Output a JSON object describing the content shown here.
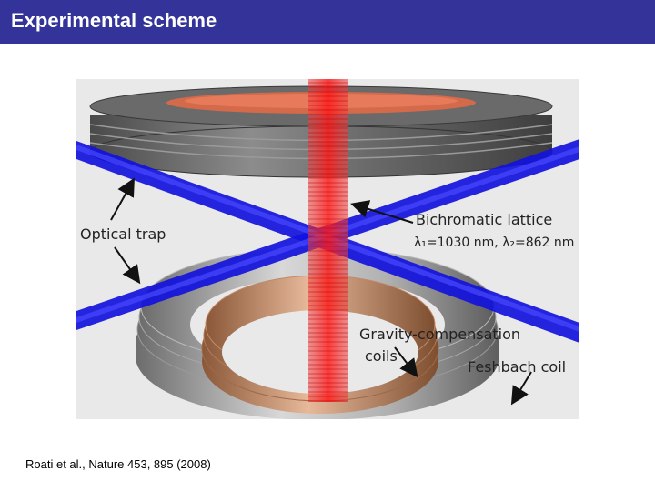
{
  "slide": {
    "title": "Experimental scheme",
    "citation": "Roati et al., Nature 453, 895 (2008)"
  },
  "figure": {
    "labels": {
      "optical_trap": "Optical trap",
      "bichromatic_lattice": "Bichromatic lattice",
      "wavelengths": "λ₁=1030 nm, λ₂=862 nm",
      "gravity_compensation_line1": "Gravity-compensation",
      "gravity_compensation_line2": "coils",
      "feshbach_coil": "Feshbach coil"
    }
  },
  "colors": {
    "title_bar": "#333399",
    "optical_beam": "#1010dd",
    "lattice_beam": "#ee2222",
    "coil_gray": "#7a7a7a",
    "coil_copper": "#c08060"
  }
}
